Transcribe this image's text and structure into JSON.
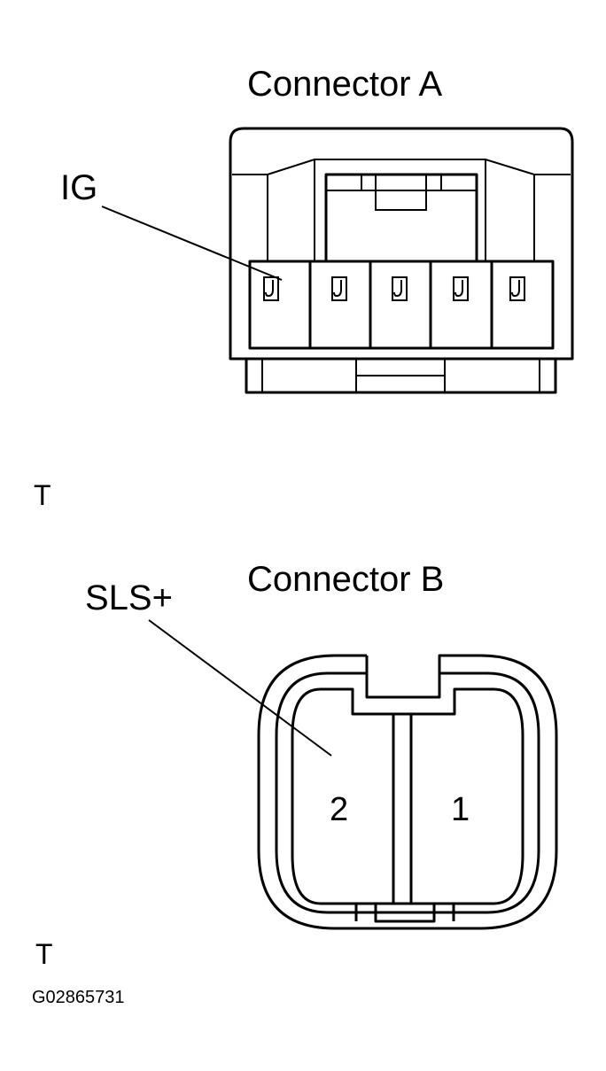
{
  "connector_a": {
    "title": "Connector A",
    "callout": "IG",
    "terminal_count": 5
  },
  "connector_b": {
    "title": "Connector B",
    "callout": "SLS+",
    "pins": [
      "2",
      "1"
    ]
  },
  "marks": [
    "T",
    "T"
  ],
  "figure_id": "G02865731"
}
